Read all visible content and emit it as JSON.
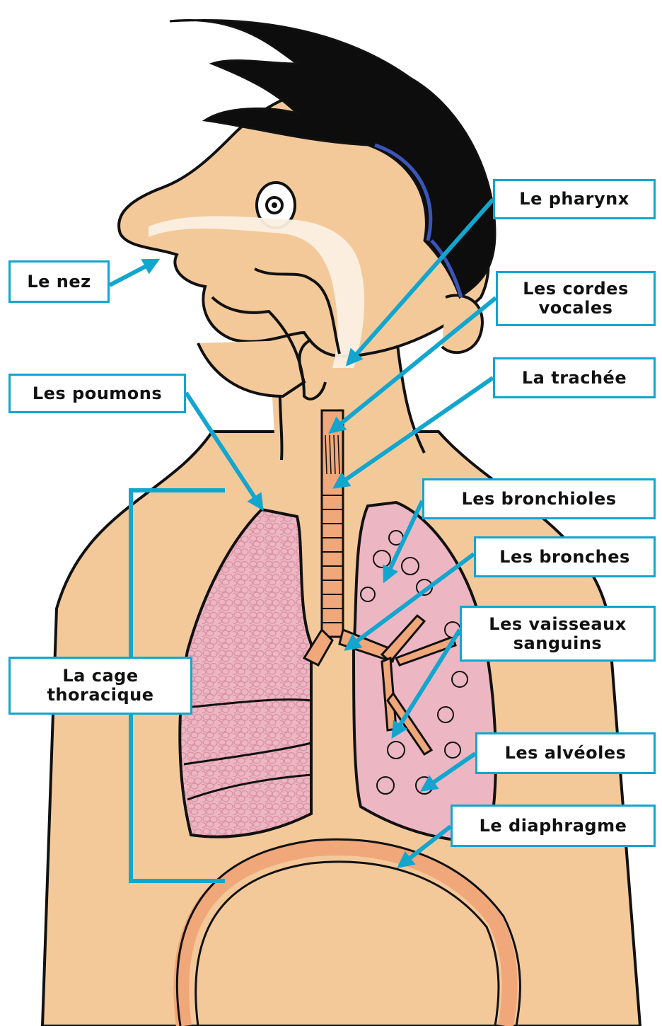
{
  "colors": {
    "skin": "#f4c99a",
    "outline": "#111111",
    "hair": "#0d0d0d",
    "hair_highlight": "#3a56b8",
    "lung": "#ecb6c2",
    "lung_cells": "#d98fa3",
    "airway": "#f0a77a",
    "air": "#fbf0e2",
    "accent": "#12a6cf"
  },
  "labels": {
    "nez": "Le nez",
    "pharynx": "Le pharynx",
    "cordes": "Les cordes\nvocales",
    "trachee": "La trachée",
    "poumons": "Les poumons",
    "bronchioles": "Les bronchioles",
    "bronches": "Les bronches",
    "vaisseaux": "Les vaisseaux\nsanguins",
    "cage": "La cage\nthoracique",
    "alveoles": "Les alvéoles",
    "diaphragme": "Le diaphragme"
  }
}
